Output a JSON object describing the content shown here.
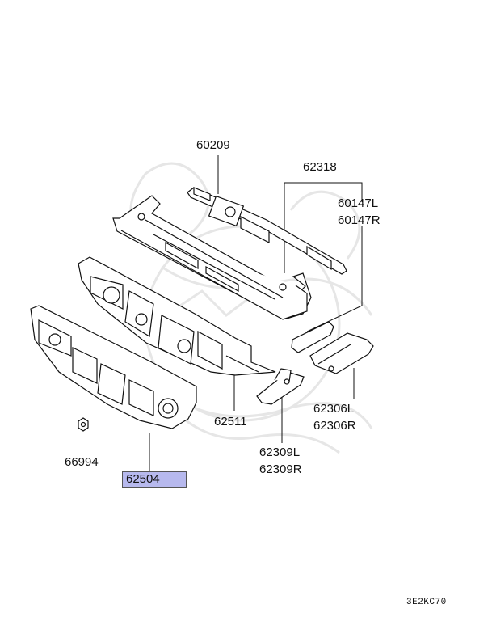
{
  "parts": {
    "p60209": "60209",
    "p62318": "62318",
    "p60147L": "60147L",
    "p60147R": "60147R",
    "p62511": "62511",
    "p62306L": "62306L",
    "p62306R": "62306R",
    "p62309L": "62309L",
    "p62309R": "62309R",
    "p66994": "66994",
    "p62504": "62504"
  },
  "highlight_part": "62504",
  "diagram_code": "3E2KC70",
  "colors": {
    "line": "#111111",
    "highlight": "#b7b9ee",
    "watermark": "#e4e4e4"
  }
}
